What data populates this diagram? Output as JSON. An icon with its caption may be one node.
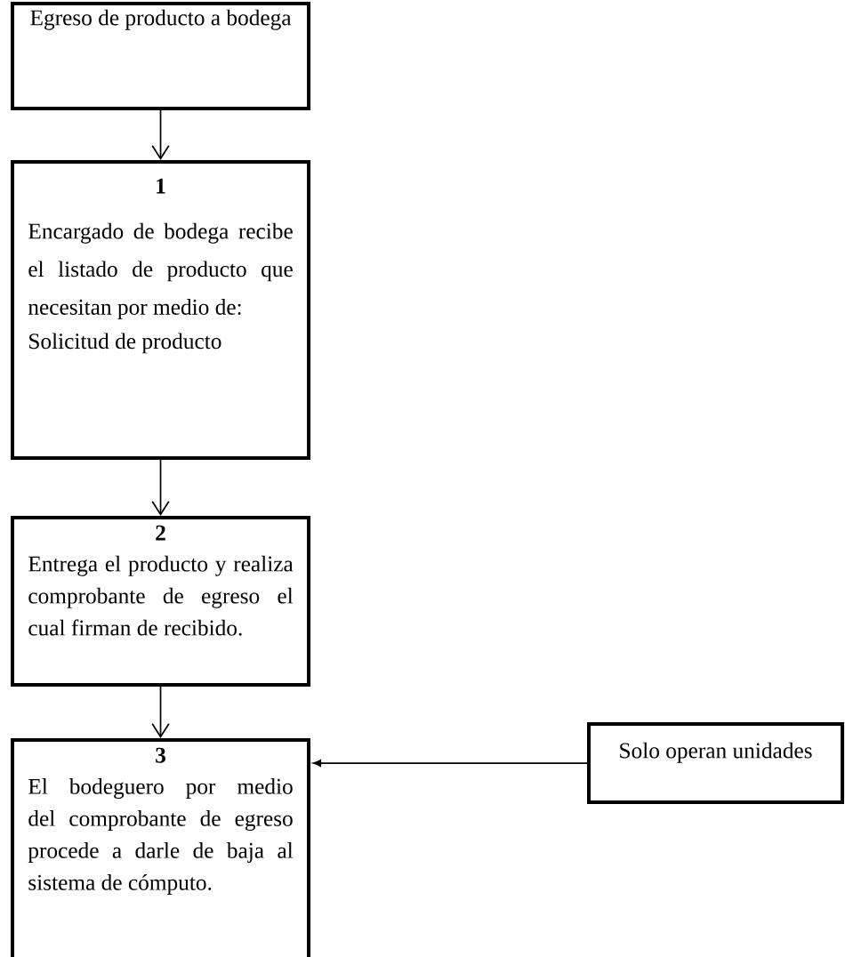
{
  "diagram": {
    "nodes": [
      {
        "text": [
          "Egreso de producto a bodega"
        ]
      },
      {
        "text": [
          "1",
          "Encargado de bodega recibe el listado de producto que necesitan por medio de:",
          "Solicitud de producto"
        ]
      },
      {
        "text": [
          "2",
          "Entrega el producto y realiza comprobante de egreso el cual firman de recibido."
        ]
      },
      {
        "text": [
          "3",
          "El bodeguero por medio del comprobante de egreso procede a darle de baja al sistema de cómputo."
        ]
      },
      {
        "text": [
          "Solo operan unidades"
        ]
      }
    ],
    "edges": [
      {
        "from": 0,
        "to": 1,
        "arrow": "to"
      },
      {
        "from": 1,
        "to": 2,
        "arrow": "to"
      },
      {
        "from": 2,
        "to": 3,
        "arrow": "to"
      },
      {
        "from": 4,
        "to": 3,
        "arrow": "to"
      }
    ]
  }
}
